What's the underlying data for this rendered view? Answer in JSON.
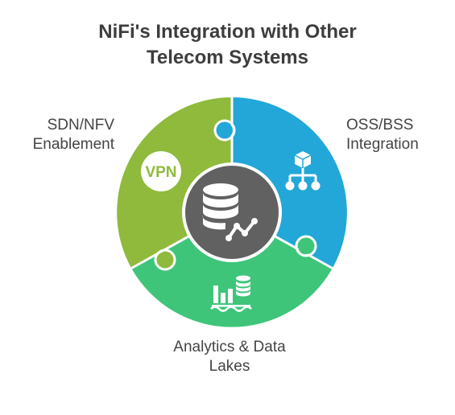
{
  "title": {
    "line1": "NiFi's Integration with Other",
    "line2": "Telecom Systems"
  },
  "segments": {
    "sdn_nfv": {
      "label_line1": "SDN/NFV",
      "label_line2": "Enablement",
      "icon_text": "VPN",
      "color": "#8fba3c"
    },
    "oss_bss": {
      "label_line1": "OSS/BSS",
      "label_line2": "Integration",
      "color": "#22a7d8"
    },
    "analytics": {
      "label_line1": "Analytics & Data",
      "label_line2": "Lakes",
      "color": "#3ec57a"
    }
  },
  "center": {
    "color": "#616161",
    "icon": "database-analytics-icon"
  },
  "icons": {
    "sdn_nfv": "vpn-icon",
    "oss_bss": "hierarchy-icon",
    "analytics": "data-lake-chart-icon"
  }
}
